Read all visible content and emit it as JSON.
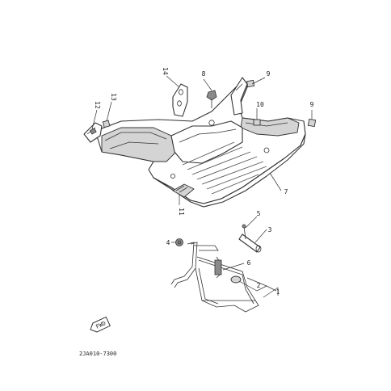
{
  "diagram": {
    "callouts": [
      {
        "id": "c1",
        "label": "1"
      },
      {
        "id": "c2",
        "label": "2"
      },
      {
        "id": "c3",
        "label": "3"
      },
      {
        "id": "c4",
        "label": "4"
      },
      {
        "id": "c5",
        "label": "5"
      },
      {
        "id": "c6",
        "label": "6"
      },
      {
        "id": "c7",
        "label": "7"
      },
      {
        "id": "c8",
        "label": "8"
      },
      {
        "id": "c9a",
        "label": "9"
      },
      {
        "id": "c9b",
        "label": "9"
      },
      {
        "id": "c10",
        "label": "10"
      },
      {
        "id": "c11",
        "label": "11"
      },
      {
        "id": "c12",
        "label": "12"
      },
      {
        "id": "c13",
        "label": "13"
      },
      {
        "id": "c14",
        "label": "14"
      }
    ],
    "drawing_code": "2JA010-7300",
    "fwd_marker": "FWD"
  }
}
